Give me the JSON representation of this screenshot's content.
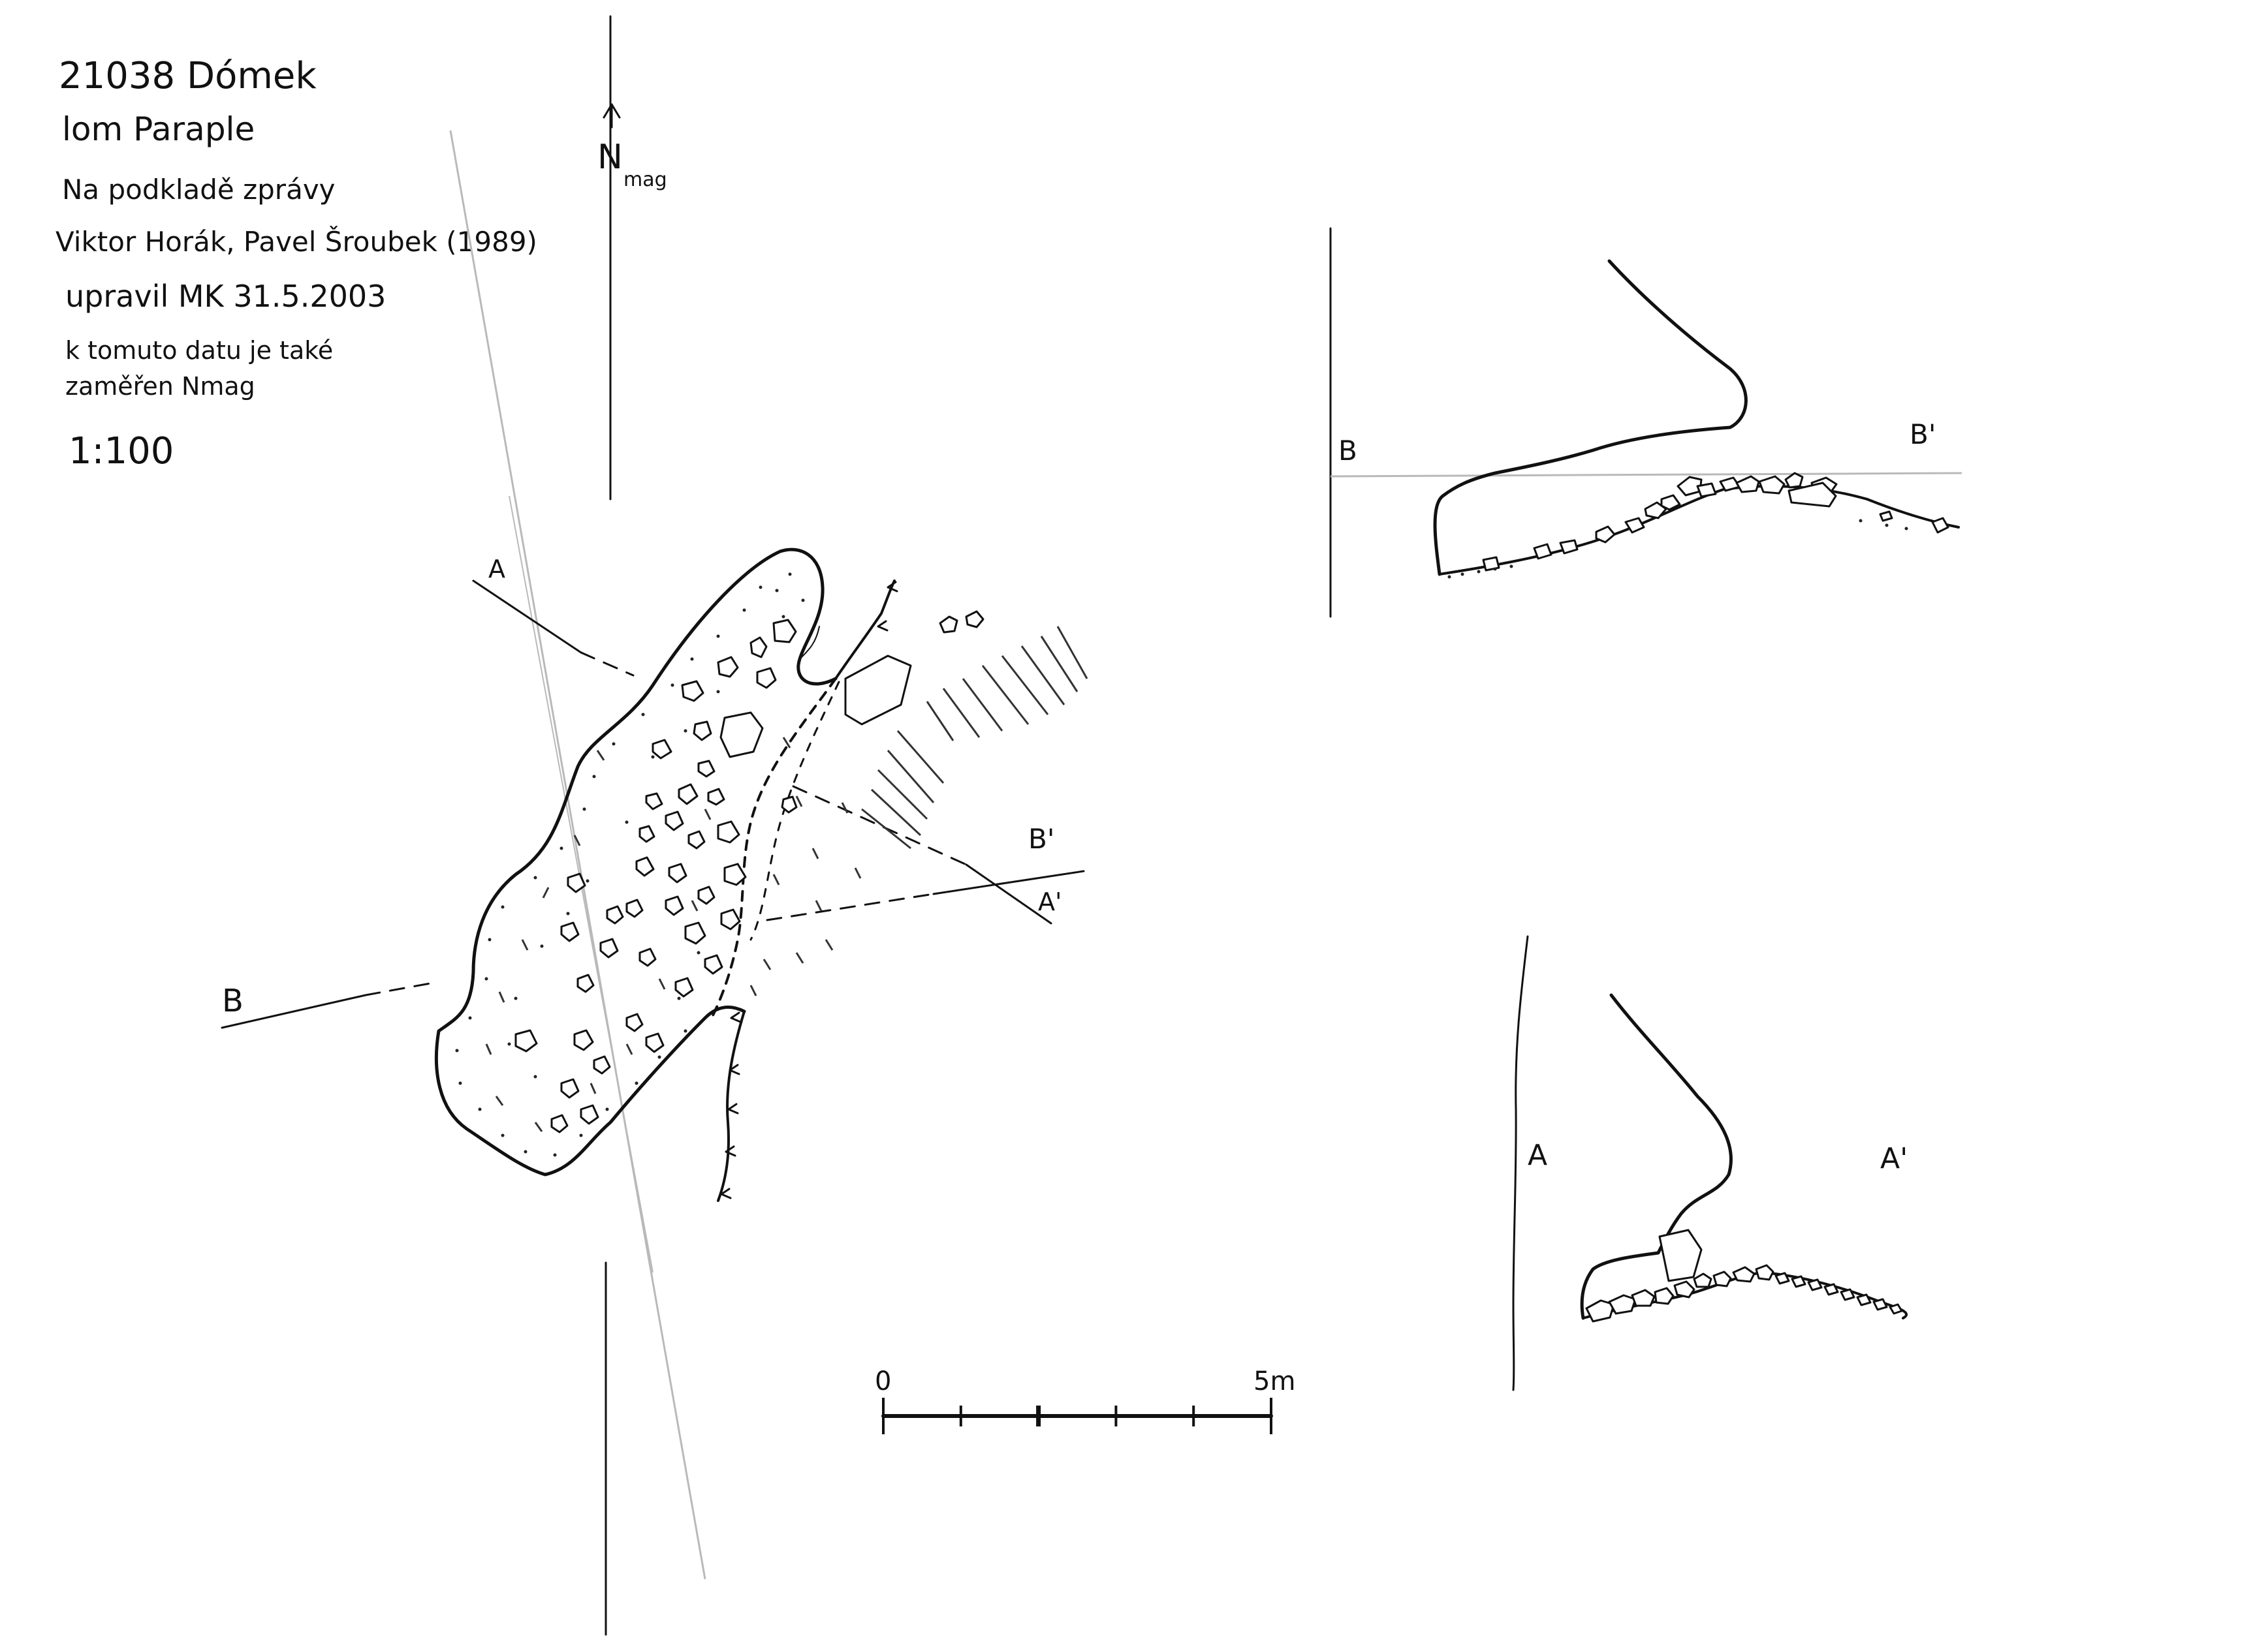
{
  "notes": {
    "cave_id_name": "21038 Dómek",
    "locality": "lom Paraple",
    "source_line1": "Na podkladě zprávy",
    "source_line2": "Viktor Horák, Pavel Šroubek (1989)",
    "edited": "upravil MK 31.5.2003",
    "extra_line1": "k tomuto datu je také",
    "extra_line2": "zaměřen Nmag",
    "scale_ratio": "1:100"
  },
  "north": {
    "letter": "N",
    "suffix": "mag"
  },
  "plan": {
    "label_a": "A",
    "label_a_prime": "A'",
    "label_b": "B",
    "label_b_prime": "B'"
  },
  "section_bb": {
    "label_left": "B",
    "label_right": "B'"
  },
  "section_aa": {
    "label_left": "A",
    "label_right": "A'"
  },
  "scale_bar": {
    "label_start": "0",
    "label_end": "5m",
    "divisions": 5
  }
}
